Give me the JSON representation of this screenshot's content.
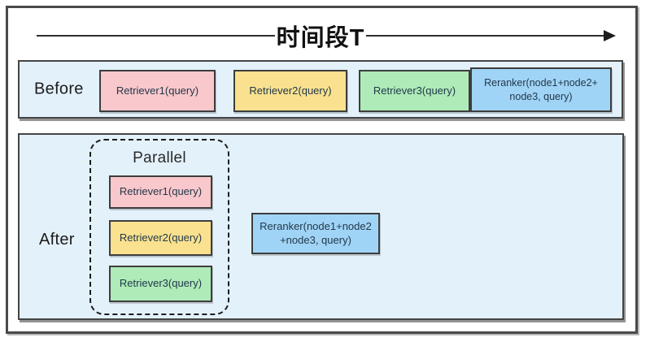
{
  "timeline": {
    "title": "时间段T"
  },
  "colors": {
    "section_bg": "#E3F1FB",
    "pink": "#F9C8CC",
    "yellow": "#F9E18F",
    "green": "#AEEBB8",
    "blue": "#A0D4F6",
    "box_border": "#3D3D3D",
    "frame_border": "#4A4A4A"
  },
  "before": {
    "label": "Before",
    "boxes": [
      {
        "label": "Retriever1(query)",
        "color": "#F9C8CC"
      },
      {
        "label": "Retriever2(query)",
        "color": "#F9E18F"
      },
      {
        "label": "Retriever3(query)",
        "color": "#AEEBB8"
      },
      {
        "label": "Reranker(node1+node2+\nnode3, query)",
        "color": "#A0D4F6"
      }
    ]
  },
  "after": {
    "label": "After",
    "parallel": {
      "label": "Parallel",
      "boxes": [
        {
          "label": "Retriever1(query)",
          "color": "#F9C8CC"
        },
        {
          "label": "Retriever2(query)",
          "color": "#F9E18F"
        },
        {
          "label": "Retriever3(query)",
          "color": "#AEEBB8"
        }
      ]
    },
    "reranker": {
      "label": "Reranker(node1+node2\n+node3, query)",
      "color": "#A0D4F6"
    }
  }
}
